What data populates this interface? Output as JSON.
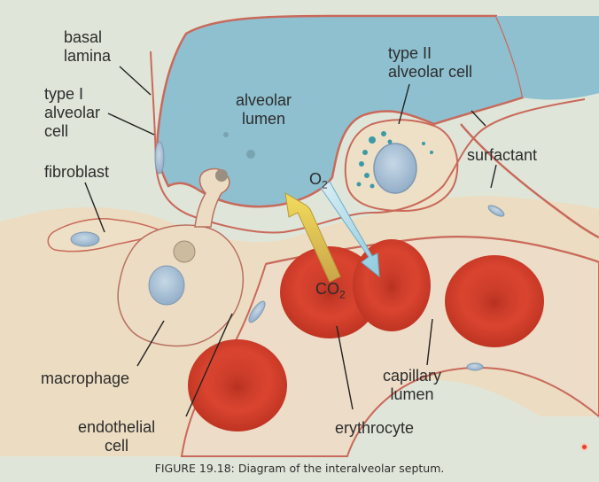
{
  "labels": {
    "basal_lamina": "basal\nlamina",
    "type_i": "type I\nalveolar\ncell",
    "fibroblast": "fibroblast",
    "alveolar_lumen": "alveolar\nlumen",
    "type_ii": "type II\nalveolar cell",
    "surfactant": "surfactant",
    "o2": "O",
    "o2_sub": "2",
    "co2": "CO",
    "co2_sub": "2",
    "macrophage": "macrophage",
    "endothelial": "endothelial\ncell",
    "capillary": "capillary\nlumen",
    "erythrocyte": "erythrocyte"
  },
  "caption": "FIGURE 19.18: Diagram of the interalveolar septum.",
  "colors": {
    "background": "#dfe6d9",
    "alveolar_lumen": "#8bbccc",
    "septum": "#eee0c6",
    "capillary": "#e8d9c9",
    "membrane": "#c9695a",
    "erythrocyte": "#d9432e",
    "nucleus": "#9fb8cf",
    "co2_arrow": "#e3c84a",
    "o2_arrow": "#a9d6e6"
  }
}
